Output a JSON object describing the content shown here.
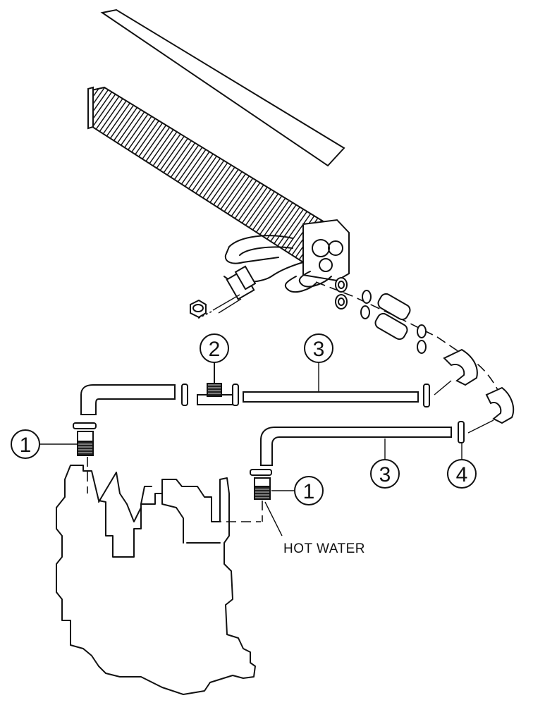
{
  "callouts": [
    {
      "id": "c1a",
      "text": "1"
    },
    {
      "id": "c2",
      "text": "2"
    },
    {
      "id": "c3a",
      "text": "3"
    },
    {
      "id": "c3b",
      "text": "3"
    },
    {
      "id": "c4",
      "text": "4"
    },
    {
      "id": "c1b",
      "text": "1"
    }
  ],
  "labels": {
    "hot_water": "HOT WATER"
  },
  "colors": {
    "ink": "#111111",
    "paper": "#ffffff"
  }
}
